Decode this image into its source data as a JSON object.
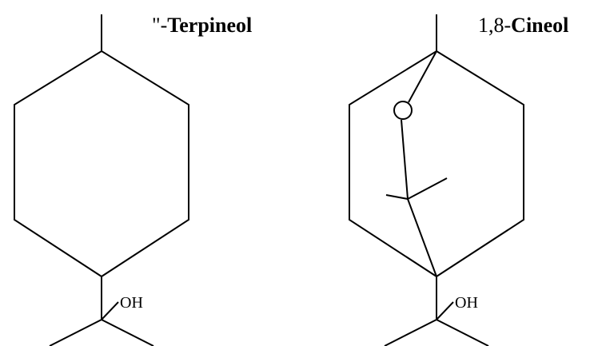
{
  "molecules": [
    {
      "id": "terpineol",
      "title_prefix": "\"-",
      "title_name": "Terpineol",
      "atom_label": "OH"
    },
    {
      "id": "cineol",
      "title_prefix": "1,8-",
      "title_name": "Cineol",
      "atom_label": "OH"
    }
  ],
  "colors": {
    "line": "#000000",
    "background": "#ffffff"
  }
}
